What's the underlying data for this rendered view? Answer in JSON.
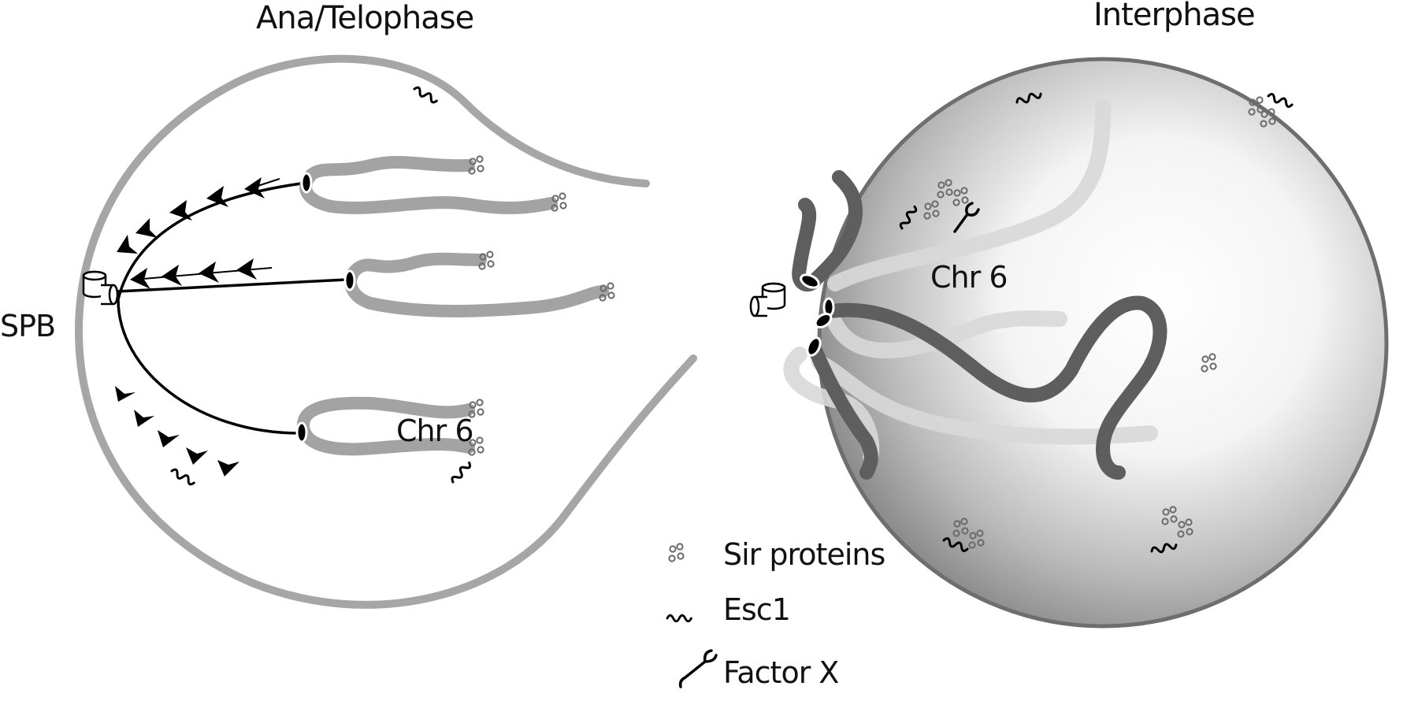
{
  "panels": {
    "left": {
      "title": "Ana/Telophase",
      "spb_label": "SPB",
      "chr_label": "Chr 6"
    },
    "right": {
      "title": "Interphase",
      "chr_label": "Chr 6"
    }
  },
  "legend": [
    {
      "icon": "sir-proteins-icon",
      "label": "Sir proteins"
    },
    {
      "icon": "esc1-icon",
      "label": "Esc1"
    },
    {
      "icon": "factor-x-icon",
      "label": "Factor X"
    }
  ],
  "colors": {
    "membrane": "#a6a6a6",
    "chromosome_light": "#a3a3a3",
    "chromosome_dark": "#5e5e5e",
    "chromosome_faint": "#d8d8d8",
    "nucleus_rim": "#6e6e6e",
    "ink": "#000000"
  }
}
